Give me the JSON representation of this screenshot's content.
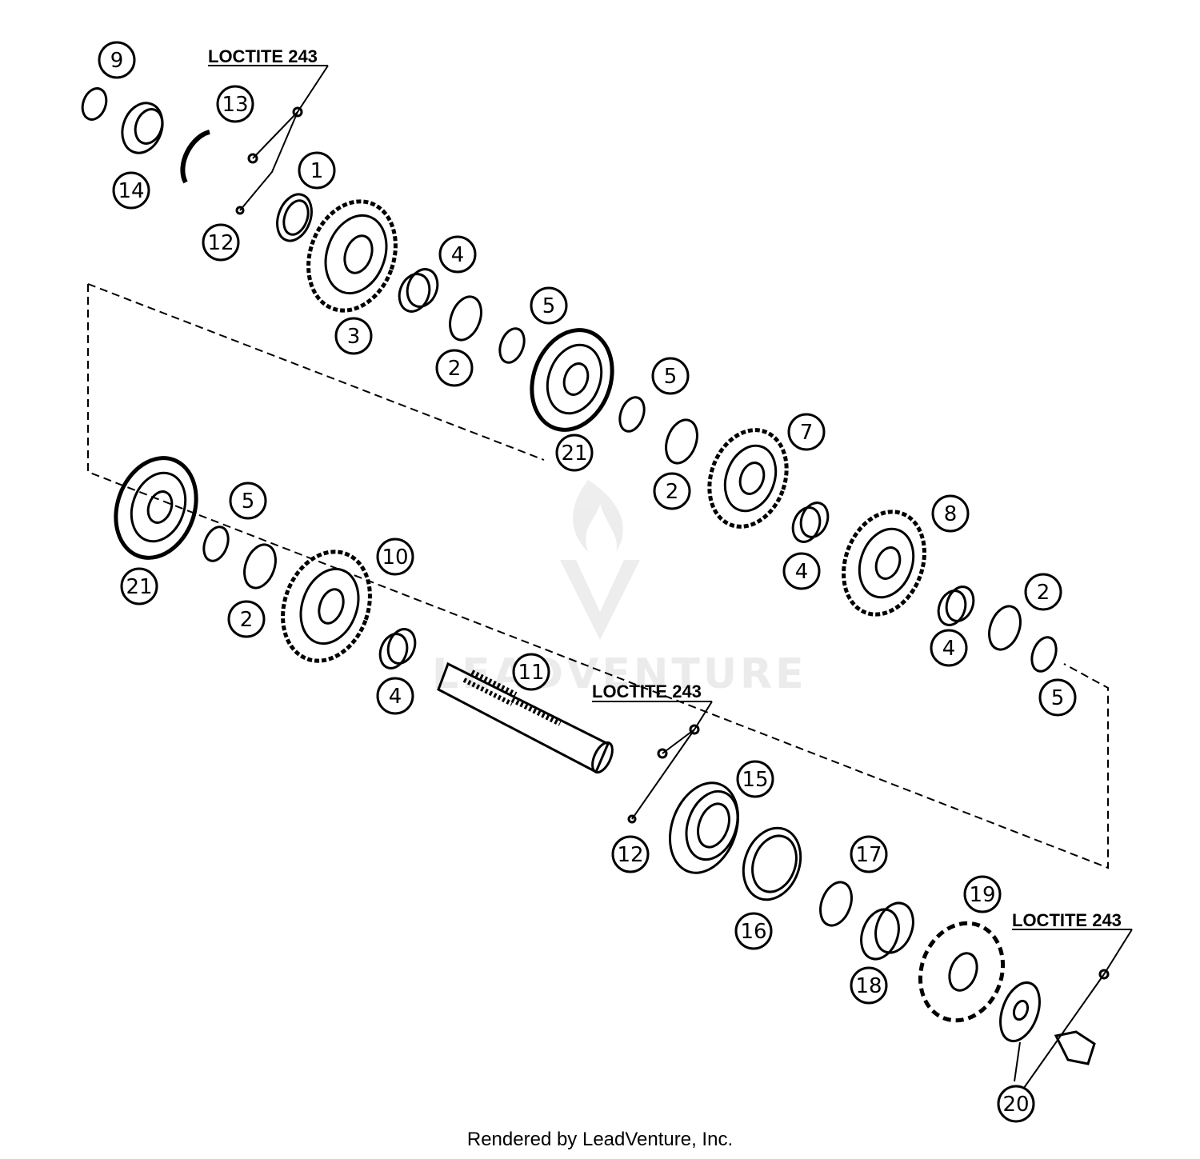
{
  "diagram": {
    "callouts": [
      "9",
      "13",
      "14",
      "1",
      "12",
      "3",
      "4",
      "2",
      "5",
      "21",
      "5",
      "7",
      "2",
      "21",
      "5",
      "8",
      "4",
      "10",
      "2",
      "2",
      "4",
      "11",
      "5",
      "4",
      "15",
      "12",
      "17",
      "16",
      "19",
      "18",
      "20"
    ],
    "notes": [
      "LOCTITE 243",
      "LOCTITE 243",
      "LOCTITE 243"
    ],
    "footer": "Rendered by LeadVenture, Inc.",
    "watermark": "LEADVENTURE"
  }
}
